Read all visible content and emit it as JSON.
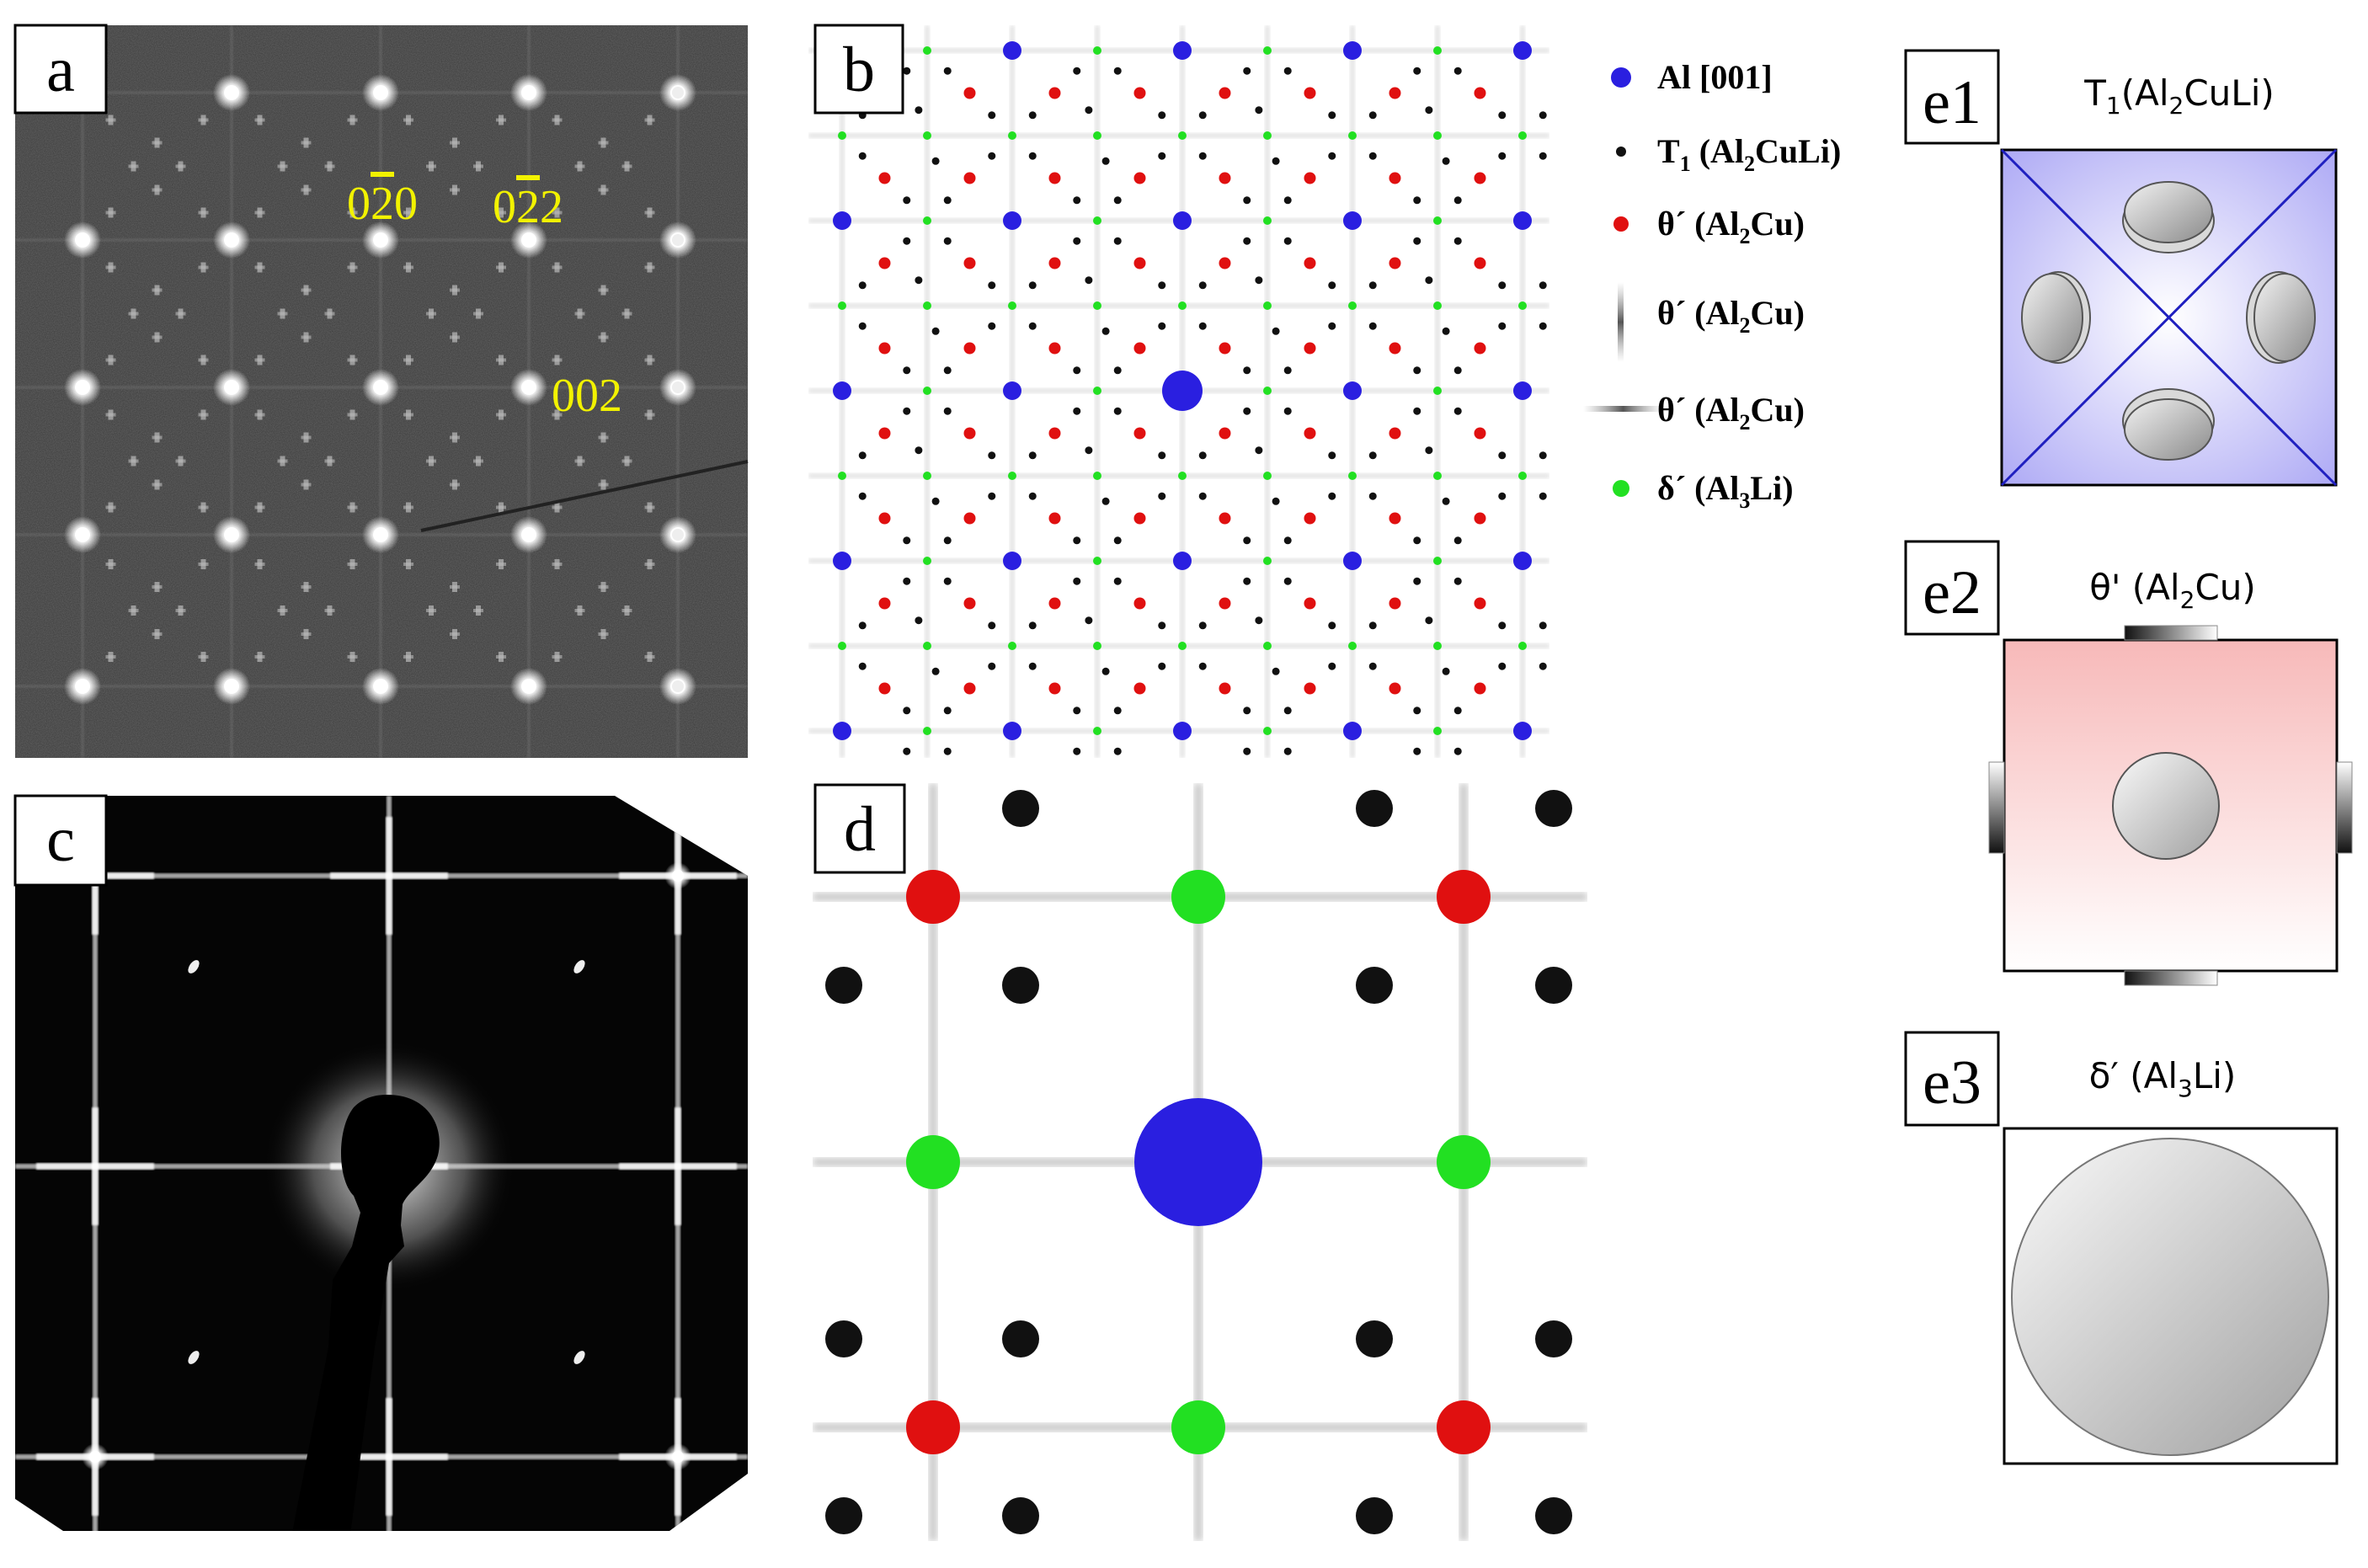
{
  "panels": {
    "a": {
      "label": "a",
      "spots": {
        "s020": "0",
        "s020_bar": "2",
        "s020_end": "0",
        "s022": "0",
        "s022_bar": "2",
        "s022_end": "2",
        "s002": "002"
      }
    },
    "b": {
      "label": "b"
    },
    "c": {
      "label": "c"
    },
    "d": {
      "label": "d"
    },
    "e1": {
      "label": "e1",
      "title_pre": "T",
      "title_sub": "1",
      "title_mid": "(Al",
      "title_sub2": "2",
      "title_post": "CuLi)"
    },
    "e2": {
      "label": "e2",
      "title_pre": "θ' (Al",
      "title_sub": "2",
      "title_post": "Cu)"
    },
    "e3": {
      "label": "e3",
      "title_pre": "δ′ (Al",
      "title_sub": "3",
      "title_post": "Li)"
    }
  },
  "legend": [
    {
      "marker": "dot",
      "color": "#2a1fe0",
      "text": "Al [001]"
    },
    {
      "marker": "dot",
      "color": "#111111",
      "text_pre": "T",
      "sub": "1",
      "text_mid": " (Al",
      "sub2": "2",
      "text_post": "CuLi)"
    },
    {
      "marker": "dot",
      "color": "#e01010",
      "text_pre": "θ´ (Al",
      "sub": "2",
      "text_post": "Cu)"
    },
    {
      "marker": "vstreak",
      "color": "#555555",
      "text_pre": "θ´ (Al",
      "sub": "2",
      "text_post": "Cu)"
    },
    {
      "marker": "hstreak",
      "color": "#555555",
      "text_pre": "θ´ (Al",
      "sub": "2",
      "text_post": "Cu)"
    },
    {
      "marker": "dot",
      "color": "#22e022",
      "text_pre": "δ´ (Al",
      "sub": "3",
      "text_post": "Li)"
    }
  ],
  "colors": {
    "al": "#2a1fe0",
    "t1": "#111111",
    "theta": "#e01010",
    "delta": "#22e022",
    "spot_label": "#f2f200"
  }
}
